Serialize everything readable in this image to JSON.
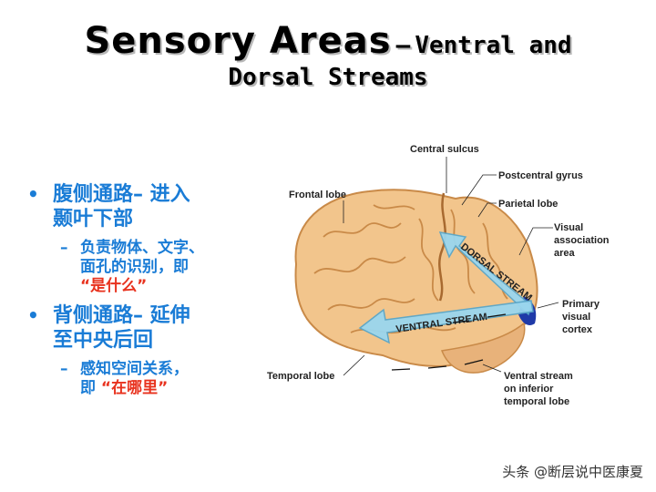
{
  "title": {
    "main": "Sensory Areas",
    "dash": "–",
    "sub": "Ventral and",
    "line2": "Dorsal Streams"
  },
  "bullets": [
    {
      "text_l1": "腹侧通路– 进入",
      "text_l2": "颞叶下部",
      "sub": {
        "l1": "负责物体、文字、",
        "l2": "面孔的识别，即",
        "l3_pre": "",
        "highlight": "“是什么”"
      }
    },
    {
      "text_l1": "背侧通路– 延伸",
      "text_l2": "至中央后回",
      "sub": {
        "l1": "感知空间关系，",
        "l2_pre": "即",
        "highlight": "“在哪里”"
      }
    }
  ],
  "diagram": {
    "labels": {
      "central_sulcus": "Central sulcus",
      "postcentral_gyrus": "Postcentral gyrus",
      "frontal_lobe": "Frontal lobe",
      "parietal_lobe": "Parietal lobe",
      "visual_assoc_1": "Visual",
      "visual_assoc_2": "association",
      "visual_assoc_3": "area",
      "primary_visual_1": "Primary",
      "primary_visual_2": "visual",
      "primary_visual_3": "cortex",
      "temporal_lobe": "Temporal lobe",
      "ventral_1": "Ventral stream",
      "ventral_2": "on inferior",
      "ventral_3": "temporal lobe",
      "dorsal_arrow": "DORSAL STREAM",
      "ventral_arrow": "VENTRAL STREAM"
    },
    "colors": {
      "brain": "#f2c58c",
      "brain_shadow": "#d99a55",
      "stream": "#9ad6ee",
      "cortex": "#1f3aa8"
    }
  },
  "watermark": "头条 @断层说中医康夏"
}
